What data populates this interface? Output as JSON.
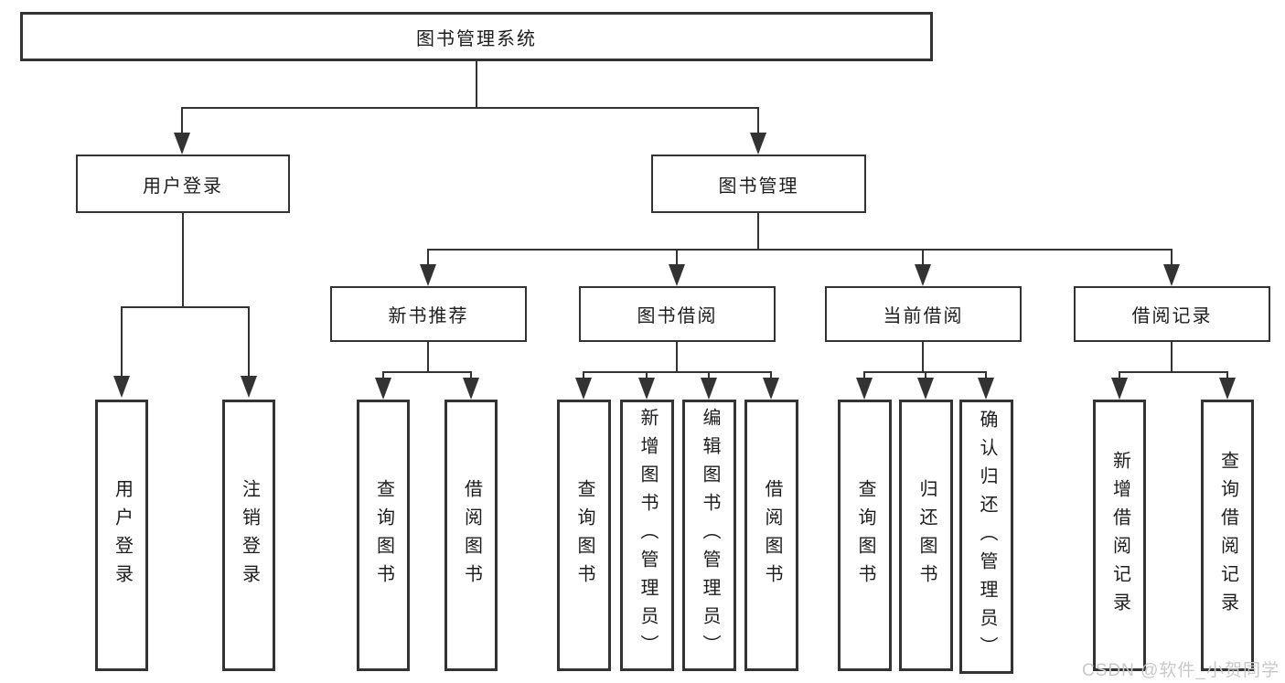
{
  "tree": {
    "root": "图书管理系统",
    "children": [
      {
        "label": "用户登录",
        "children": [
          "用户登录",
          "注销登录"
        ]
      },
      {
        "label": "图书管理",
        "children": [
          {
            "label": "新书推荐",
            "children": [
              "查询图书",
              "借阅图书"
            ]
          },
          {
            "label": "图书借阅",
            "children": [
              "查询图书",
              "新增图书（管理员）",
              "编辑图书（管理员）",
              "借阅图书"
            ]
          },
          {
            "label": "当前借阅",
            "children": [
              "查询图书",
              "归还图书",
              "确认归还（管理员）"
            ]
          },
          {
            "label": "借阅记录",
            "children": [
              "新增借阅记录",
              "查询借阅记录"
            ]
          }
        ]
      }
    ]
  },
  "watermark": "CSDN @软件_小贺同学",
  "colors": {
    "line": "#333333",
    "text": "#1d1d1f",
    "watermark": "#c9c9c9",
    "background": "#ffffff"
  }
}
